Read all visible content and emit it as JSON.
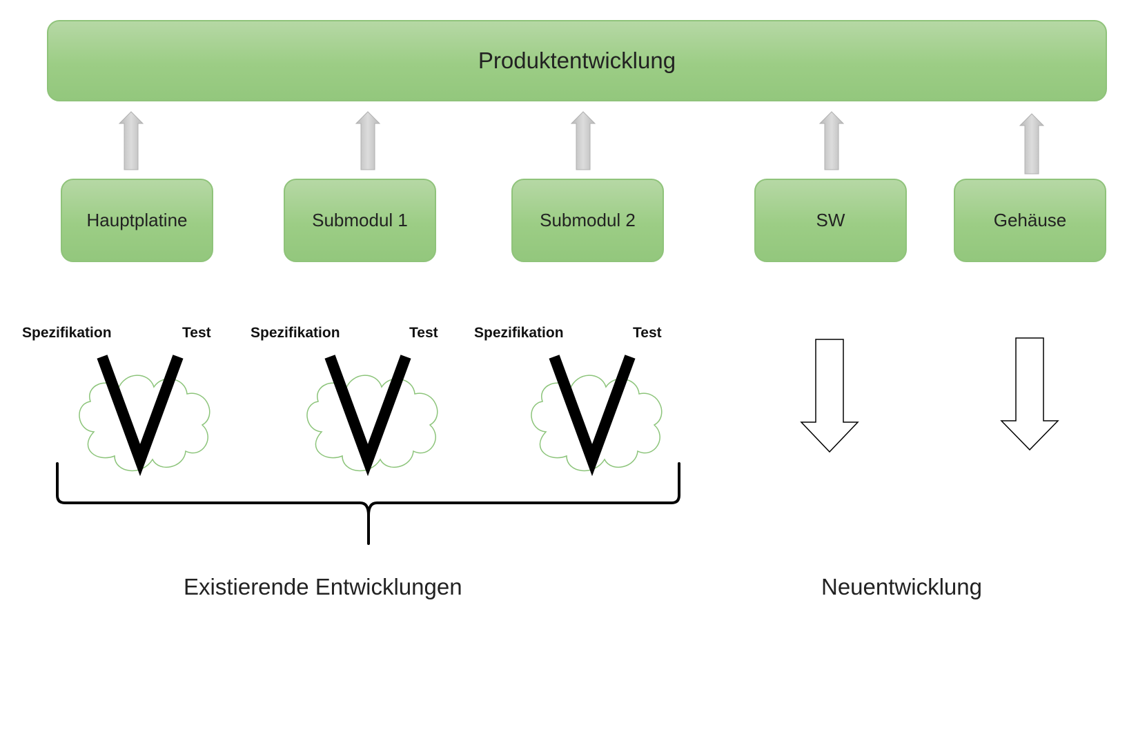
{
  "diagram": {
    "title": "Produktentwicklung",
    "modules": [
      {
        "label": "Hauptplatine"
      },
      {
        "label": "Submodul 1"
      },
      {
        "label": "Submodul 2"
      },
      {
        "label": "SW"
      },
      {
        "label": "Gehäuse"
      }
    ],
    "v_models": [
      {
        "spec_label": "Spezifikation",
        "test_label": "Test"
      },
      {
        "spec_label": "Spezifikation",
        "test_label": "Test"
      },
      {
        "spec_label": "Spezifikation",
        "test_label": "Test"
      }
    ],
    "existing_label": "Existierende Entwicklungen",
    "new_label": "Neuentwicklung"
  },
  "colors": {
    "box_fill": "#9ccd85",
    "box_border": "#8fc37a",
    "up_arrow": "#c8c8c8",
    "cloud_stroke": "#8cc47a",
    "v_stroke": "#000000"
  }
}
